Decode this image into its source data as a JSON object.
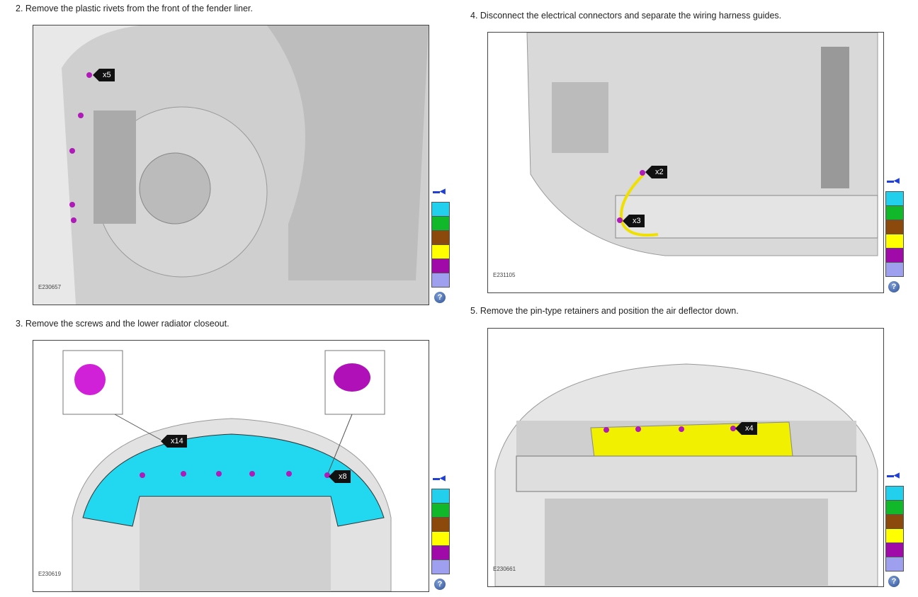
{
  "steps": [
    {
      "text": "2. Remove the plastic rivets from the front of the fender liner.",
      "figure_id": "E230657",
      "callouts": [
        "x5"
      ]
    },
    {
      "text": "3. Remove the screws and the lower radiator closeout.",
      "figure_id": "E230619",
      "callouts": [
        "x14",
        "x8"
      ]
    },
    {
      "text": "4. Disconnect the electrical connectors and separate the wiring harness guides.",
      "figure_id": "E231105",
      "callouts": [
        "x2",
        "x3"
      ]
    },
    {
      "text": "5. Remove the pin-type retainers and position the air deflector down.",
      "figure_id": "E230661",
      "callouts": [
        "x4"
      ]
    }
  ],
  "legend": {
    "icon": "camera-icon",
    "help": "?",
    "colors": [
      "#22d0ee",
      "#11b82a",
      "#8b4a0c",
      "#ffff00",
      "#a00aa8",
      "#9f9ff0"
    ]
  }
}
